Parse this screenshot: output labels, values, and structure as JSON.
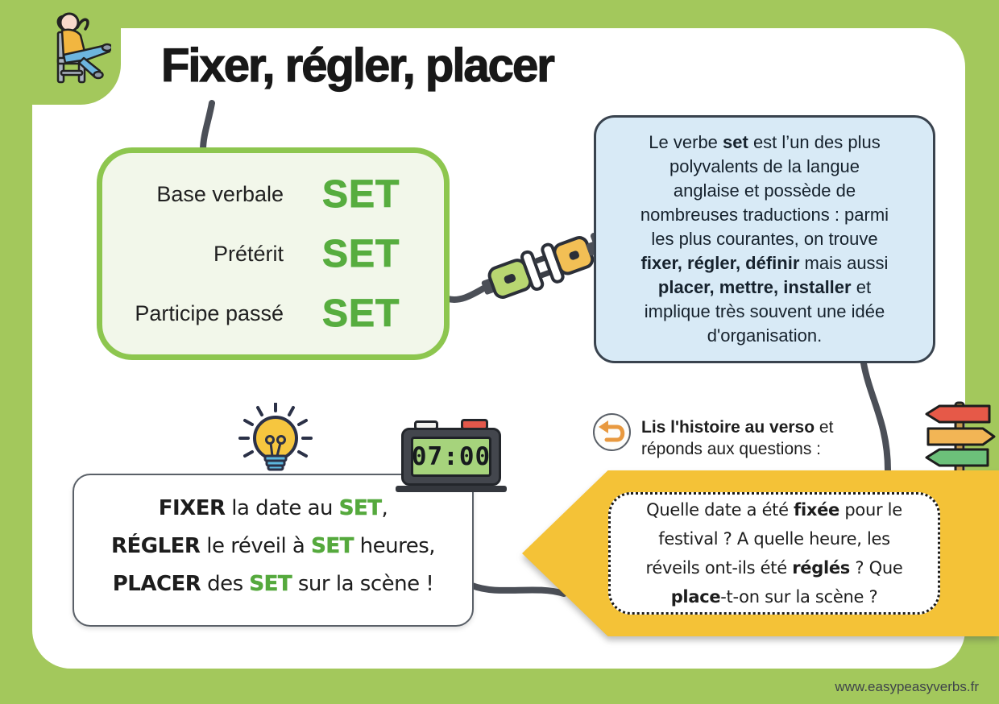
{
  "page": {
    "title": "Fixer, régler, placer",
    "footer_url": "www.easypeasyverbs.fr"
  },
  "colors": {
    "background_green": "#a3c85c",
    "accent_green": "#57ad3f",
    "bubble_blue": "#d8eaf6",
    "banner_yellow": "#f4c237",
    "cable_gray": "#4b4f57"
  },
  "verb_table": {
    "rows": [
      {
        "label": "Base verbale",
        "value": "SET"
      },
      {
        "label": "Prétérit",
        "value": "SET"
      },
      {
        "label": "Participe passé",
        "value": "SET"
      }
    ]
  },
  "intro_bubble": {
    "lines": [
      [
        {
          "t": "Le verbe "
        },
        {
          "t": "set",
          "b": true
        },
        {
          "t": " est l’un des plus"
        }
      ],
      [
        {
          "t": "polyvalents de la langue"
        }
      ],
      [
        {
          "t": "anglaise et possède de"
        }
      ],
      [
        {
          "t": "nombreuses traductions : parmi"
        }
      ],
      [
        {
          "t": "les plus courantes, on trouve"
        }
      ],
      [
        {
          "t": "fixer, régler, définir",
          "b": true
        },
        {
          "t": " mais aussi"
        }
      ],
      [
        {
          "t": "placer, mettre, installer",
          "b": true
        },
        {
          "t": " et"
        }
      ],
      [
        {
          "t": "implique très souvent une idée"
        }
      ],
      [
        {
          "t": "d'organisation."
        }
      ]
    ]
  },
  "examples": {
    "lines": [
      [
        {
          "t": "FIXER",
          "b": true
        },
        {
          "t": " la date au "
        },
        {
          "t": "SET",
          "b": true,
          "c": "green"
        },
        {
          "t": ","
        }
      ],
      [
        {
          "t": "RÉGLER",
          "b": true
        },
        {
          "t": " le réveil à "
        },
        {
          "t": "SET",
          "b": true,
          "c": "green"
        },
        {
          "t": " heures,"
        }
      ],
      [
        {
          "t": "PLACER",
          "b": true
        },
        {
          "t": " des "
        },
        {
          "t": "SET",
          "b": true,
          "c": "green"
        },
        {
          "t": " sur la scène !"
        }
      ]
    ]
  },
  "instruction": {
    "lines": [
      [
        {
          "t": "Lis l'histoire au verso",
          "b": true
        },
        {
          "t": " et"
        }
      ],
      [
        {
          "t": "réponds aux questions :"
        }
      ]
    ]
  },
  "question_banner": {
    "lines": [
      [
        {
          "t": "Quelle date a été "
        },
        {
          "t": "fixée",
          "b": true
        },
        {
          "t": " pour le"
        }
      ],
      [
        {
          "t": "festival ? A quelle heure, les"
        }
      ],
      [
        {
          "t": "réveils ont-ils été "
        },
        {
          "t": "réglés",
          "b": true
        },
        {
          "t": " ? Que"
        }
      ],
      [
        {
          "t": "place",
          "b": true
        },
        {
          "t": "-t-on sur la scène ?"
        }
      ]
    ]
  },
  "clock": {
    "time": "07:00"
  },
  "icons": {
    "relaxing-person-icon": "person reclining on a chair",
    "plug-connection-icon": "two unplugged cable connectors",
    "lightbulb-icon": "glowing light bulb",
    "alarm-clock-icon": "digital alarm clock",
    "undo-arrow-icon": "curved flip-over arrow",
    "signpost-icon": "three-way directional signpost"
  }
}
